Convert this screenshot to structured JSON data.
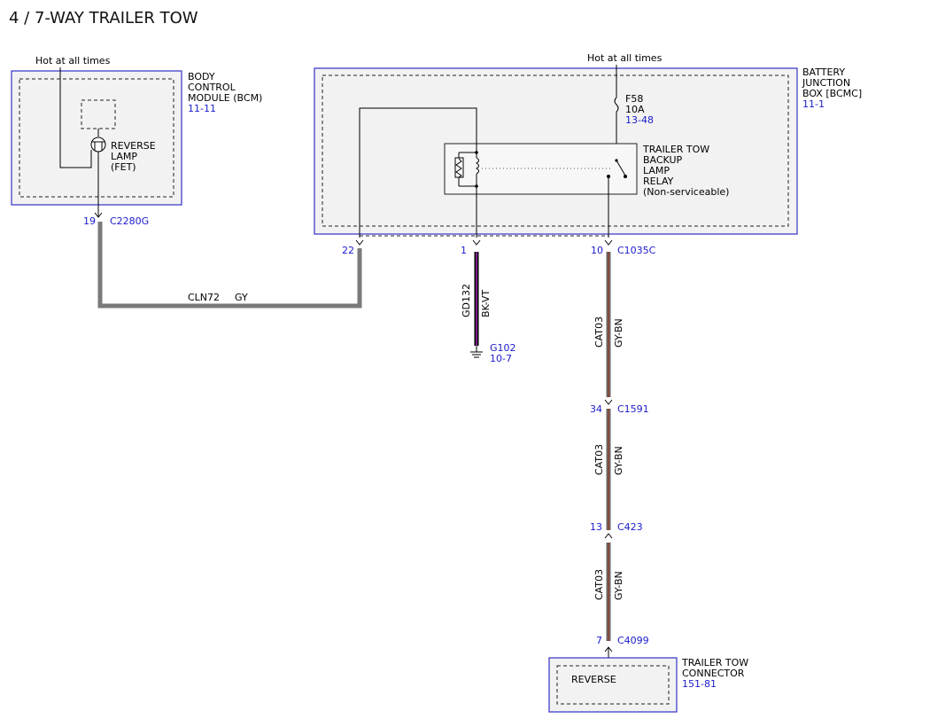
{
  "title": "4 / 7-WAY TRAILER TOW",
  "bcm": {
    "power_label": "Hot at all times",
    "name_lines": [
      "BODY",
      "CONTROL",
      "MODULE (BCM)"
    ],
    "ref": "11-11",
    "switch_lines": [
      "REVERSE",
      "LAMP",
      "(FET)"
    ],
    "pin": "19",
    "connector": "C2280G"
  },
  "bjb": {
    "power_label": "Hot at all times",
    "name_lines": [
      "BATTERY",
      "JUNCTION",
      "BOX [BCMC]"
    ],
    "ref": "11-1",
    "fuse_name": "F58",
    "fuse_rating": "10A",
    "fuse_ref": "13-48",
    "relay_lines": [
      "TRAILER TOW",
      "BACKUP",
      "LAMP",
      "RELAY",
      "(Non-serviceable)"
    ],
    "pins": [
      "22",
      "1",
      "10"
    ],
    "connector": "C1035C"
  },
  "wires": {
    "cln72": {
      "circuit": "CLN72",
      "color": "GY"
    },
    "gd132": {
      "circuit": "GD132",
      "color": "BK-VT"
    },
    "cat03_a": {
      "circuit": "CAT03",
      "color": "GY-BN"
    },
    "cat03_b": {
      "circuit": "CAT03",
      "color": "GY-BN"
    },
    "cat03_c": {
      "circuit": "CAT03",
      "color": "GY-BN"
    }
  },
  "ground": {
    "name": "G102",
    "ref": "10-7"
  },
  "c1591": {
    "pin": "34",
    "connector": "C1591"
  },
  "c423": {
    "pin": "13",
    "connector": "C423"
  },
  "c4099": {
    "pin": "7",
    "connector": "C4099"
  },
  "trailer": {
    "name_lines": [
      "TRAILER TOW",
      "CONNECTOR"
    ],
    "ref": "151-81",
    "pin_label": "REVERSE"
  }
}
